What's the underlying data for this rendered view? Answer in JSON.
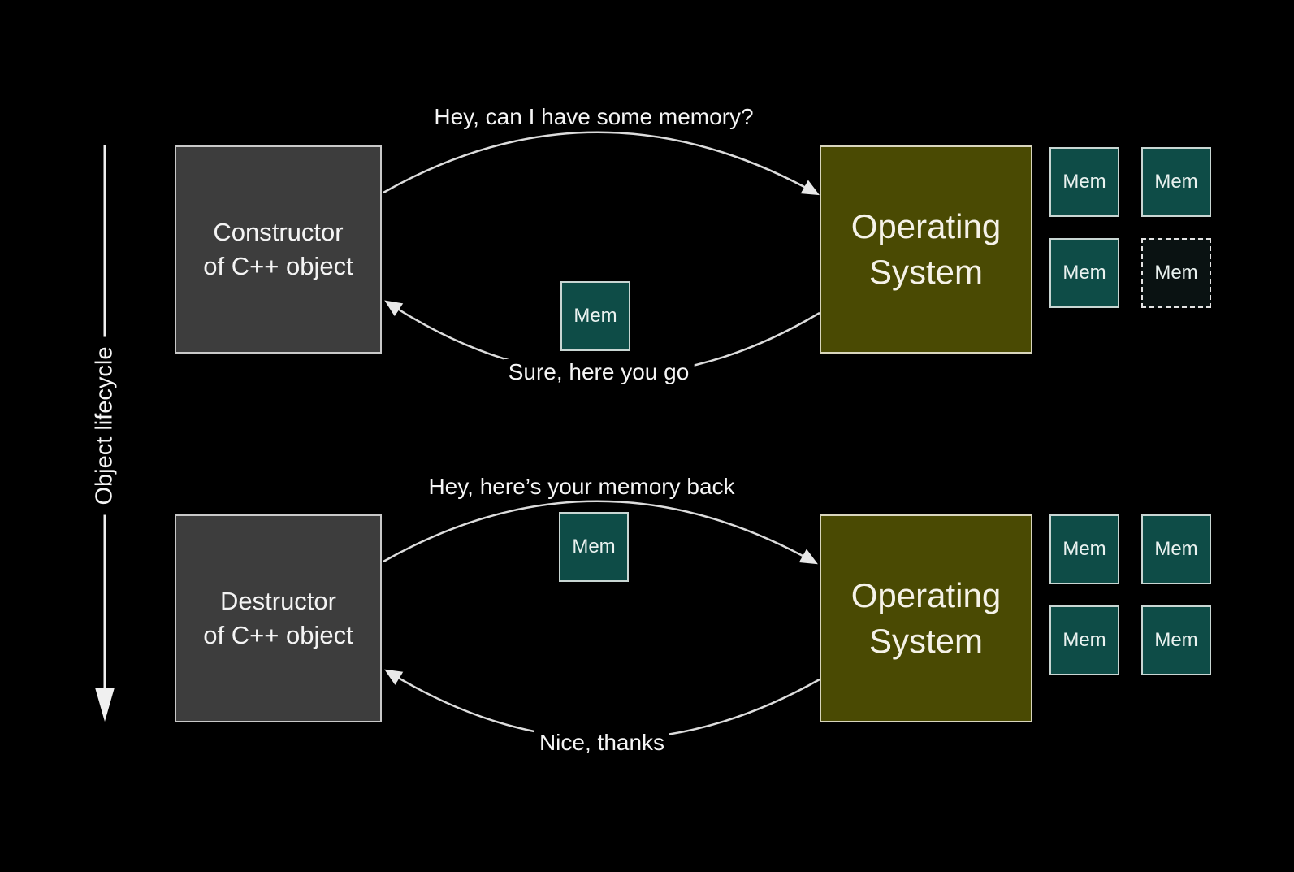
{
  "diagram": {
    "axis_label": "Object lifecycle",
    "colors": {
      "background": "#000000",
      "actor_box_fill": "#3d3d3d",
      "os_box_fill": "#4a4a03",
      "mem_box_fill": "#0e4c47",
      "lent_mem_fill": "#0a1212",
      "connector_line": "#e0e0e0",
      "text": "#f5f5f5"
    },
    "sections": [
      {
        "name": "allocation",
        "actor": {
          "line1": "Constructor",
          "line2": "of C++ object"
        },
        "os": {
          "line1": "Operating",
          "line2": "System"
        },
        "request_label": "Hey, can I have some memory?",
        "response_label": "Sure, here you go",
        "transfer_mem_label": "Mem",
        "mem_grid": [
          {
            "label": "Mem",
            "state": "available"
          },
          {
            "label": "Mem",
            "state": "available"
          },
          {
            "label": "Mem",
            "state": "available"
          },
          {
            "label": "Mem",
            "state": "lent"
          }
        ]
      },
      {
        "name": "deallocation",
        "actor": {
          "line1": "Destructor",
          "line2": "of C++ object"
        },
        "os": {
          "line1": "Operating",
          "line2": "System"
        },
        "request_label": "Hey, here’s your memory back",
        "response_label": "Nice, thanks",
        "transfer_mem_label": "Mem",
        "mem_grid": [
          {
            "label": "Mem",
            "state": "available"
          },
          {
            "label": "Mem",
            "state": "available"
          },
          {
            "label": "Mem",
            "state": "available"
          },
          {
            "label": "Mem",
            "state": "available"
          }
        ]
      }
    ]
  }
}
